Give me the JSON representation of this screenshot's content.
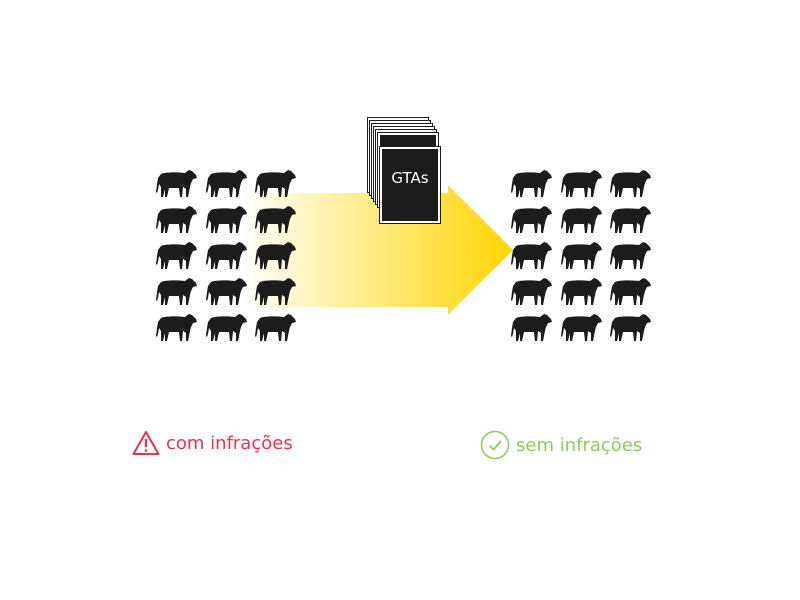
{
  "diagram": {
    "documents_label": "GTAs",
    "herd_left": {
      "rows": 5,
      "cols": 3
    },
    "herd_right": {
      "rows": 5,
      "cols": 3
    },
    "legend": [
      {
        "icon": "warning-triangle-icon",
        "label": "com infrações",
        "color": "#f0304a"
      },
      {
        "icon": "check-circle-icon",
        "label": "sem infrações",
        "color": "#8ccc5a"
      }
    ],
    "arrow_color": "#ffd500",
    "cow_color": "#1c1c1c"
  }
}
